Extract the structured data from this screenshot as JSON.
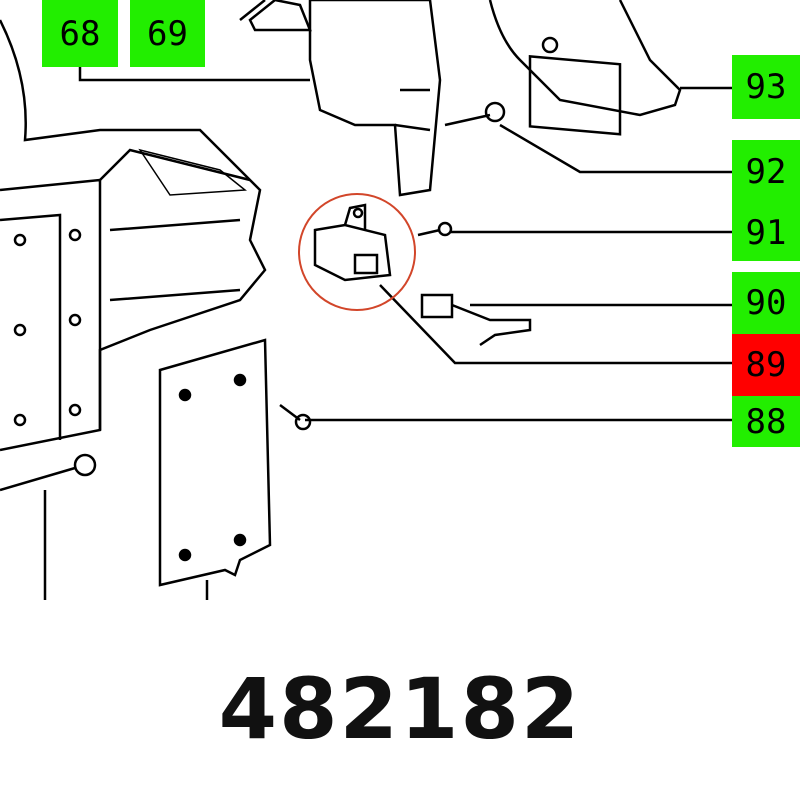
{
  "diagram": {
    "callouts": [
      {
        "id": "68",
        "color": "#22ee00"
      },
      {
        "id": "69",
        "color": "#22ee00"
      },
      {
        "id": "93",
        "color": "#22ee00"
      },
      {
        "id": "92",
        "color": "#22ee00"
      },
      {
        "id": "91",
        "color": "#22ee00"
      },
      {
        "id": "90",
        "color": "#22ee00"
      },
      {
        "id": "89",
        "color": "#ff0000",
        "highlighted": true
      },
      {
        "id": "88",
        "color": "#22ee00"
      }
    ],
    "highlight_circle_color": "#d2462a",
    "part_number": "482182"
  }
}
